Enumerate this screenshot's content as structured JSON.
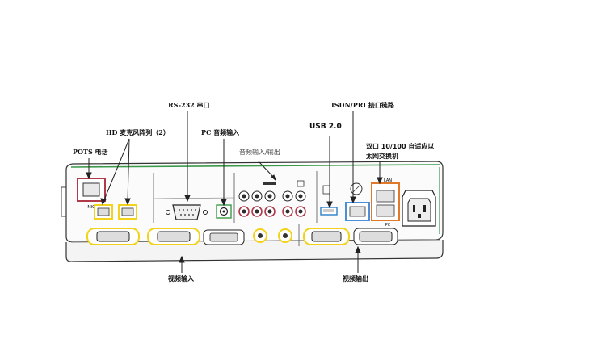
{
  "labels": {
    "rs232": "RS-232 串口",
    "isdn": "ISDN/PRI 接口链路",
    "hd_mic": "HD 麦克风阵列（2）",
    "pc_audio": "PC 音频输入",
    "usb": "USB 2.0",
    "pots": "POTS 电话",
    "audio_io": "音频输入/输出",
    "ethernet_line1": "双口  10/100  自适应以",
    "ethernet_line2": "太网交换机",
    "video_in": "视频输入",
    "video_out": "视频输出"
  },
  "panel_marks": {
    "mic": "MIC",
    "lan": "LAN",
    "pc": "PC"
  },
  "colors": {
    "pots_port": "#b03a4a",
    "highlight_yellow": "#f2d21b",
    "usb_blue": "#2c7fc7",
    "isdn_blue": "#4a90d9",
    "ethernet_orange": "#e07a2a",
    "green_edge": "#3a9a4a",
    "line": "#222222"
  }
}
